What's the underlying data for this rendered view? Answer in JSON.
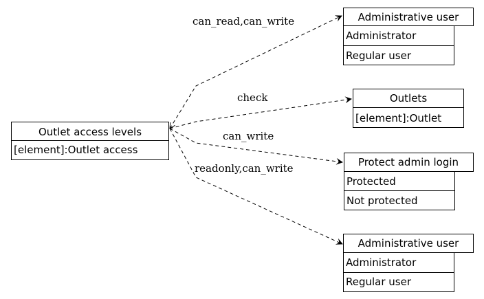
{
  "source": {
    "title": "Outlet access levels",
    "rows": [
      "[element]:Outlet access"
    ]
  },
  "targets": [
    {
      "title": "Administrative user",
      "rows": [
        "Administrator",
        "Regular user"
      ]
    },
    {
      "title": "Outlets",
      "rows": [
        "[element]:Outlet"
      ]
    },
    {
      "title": "Protect admin login",
      "rows": [
        "Protected",
        "Not protected"
      ]
    },
    {
      "title": "Administrative user",
      "rows": [
        "Administrator",
        "Regular user"
      ]
    }
  ],
  "edges": [
    {
      "label": "can_read,can_write"
    },
    {
      "label": "check"
    },
    {
      "label": "can_write"
    },
    {
      "label": "readonly,can_write"
    }
  ]
}
